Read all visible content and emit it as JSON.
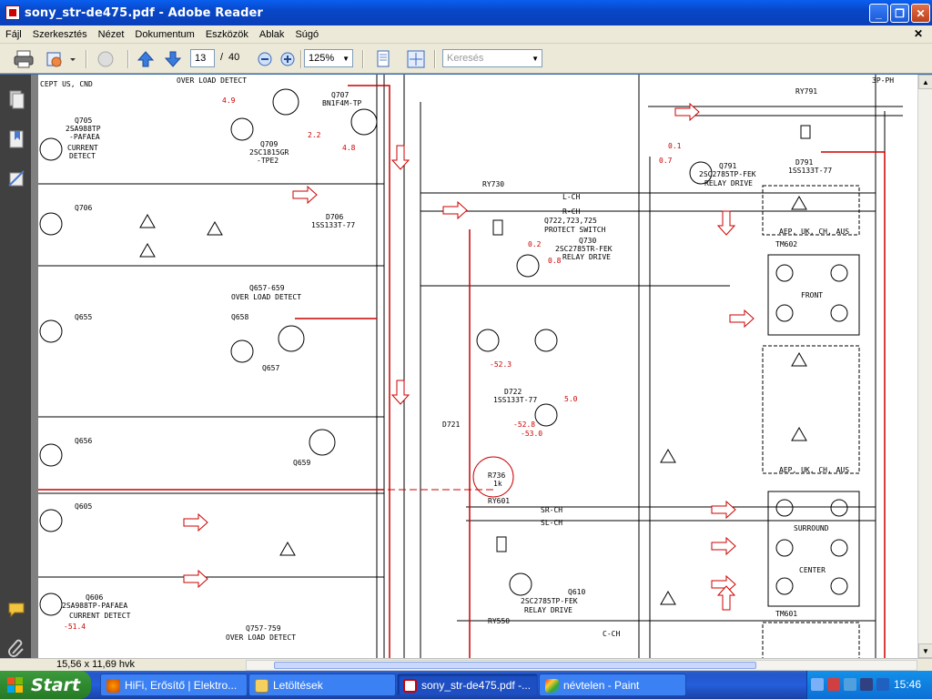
{
  "window": {
    "title": "sony_str-de475.pdf - Adobe Reader",
    "minimize": "_",
    "maximize": "❐",
    "close": "✕"
  },
  "menu": [
    "Fájl",
    "Szerkesztés",
    "Nézet",
    "Dokumentum",
    "Eszközök",
    "Ablak",
    "Súgó"
  ],
  "menu_close": "✕",
  "toolbar": {
    "page_current": "13",
    "page_sep": "/",
    "page_total": "40",
    "zoom": "125%",
    "search_placeholder": "Keresés"
  },
  "status": {
    "page_size": "15,56 x 11,69 hvk"
  },
  "schematic_labels": {
    "top_left": "CEPT US, CND",
    "overload_1": "OVER LOAD DETECT",
    "overload_2": "Q657-659",
    "overload_2b": "OVER LOAD DETECT",
    "overload_3": "Q757-759",
    "overload_3b": "OVER LOAD DETECT",
    "q705": "Q705",
    "q705_part": "2SA988TP",
    "q705_part2": "-PAFAEA",
    "current_detect": "CURRENT",
    "detect": "DETECT",
    "q706": "Q706",
    "q655": "Q655",
    "q656": "Q656",
    "q605": "Q605",
    "q606": "Q606",
    "q606_part": "2SA988TP-PAFAEA",
    "q606_cd": "CURRENT DETECT",
    "q707": "Q707",
    "q707_part": "BN1F4M-TP",
    "q709": "Q709",
    "q709_part": "2SC1815GR",
    "q709_part2": "-TPE2",
    "q658": "Q658",
    "q657": "Q657",
    "q659": "Q659",
    "d706": "D706",
    "d706_part": "1SS133T-77",
    "q722_725": "Q722,723,725",
    "protect_switch": "PROTECT SWITCH",
    "q730": "Q730",
    "q730_part": "2SC2785TR-FEK",
    "relay_drive": "RELAY DRIVE",
    "q791": "Q791",
    "q791_part": "2SC2785TP-FEK",
    "relay_drive_2": "RELAY DRIVE",
    "d791": "D791",
    "d791_part": "1SS133T-77",
    "ry730": "RY730",
    "ry791": "RY791",
    "ry601": "RY601",
    "ry550": "RY550",
    "l_ch": "L-CH",
    "r_ch": "R-CH",
    "sr_ch": "SR-CH",
    "sl_ch": "SL-CH",
    "c_ch": "C-CH",
    "tm602": "TM602",
    "tm601": "TM601",
    "front": "FRONT",
    "surround": "SURROUND",
    "center": "CENTER",
    "aep_uk": "AEP, UK, CH, AUS",
    "aep_uk2": "AEP, UK, CH, AUS",
    "q610": "Q610",
    "q610_part": "2SC2785TP-FEK",
    "relay_drive_3": "RELAY DRIVE",
    "d722": "D722",
    "d722_part": "1SS133T-77",
    "d721": "D721",
    "r736": "R736",
    "r736_val": "1k",
    "three_ph": "3P-PH",
    "v_49": "4.9",
    "v_22": "2.2",
    "v_48": "4.8",
    "v_523": "-52.3",
    "v_528": "-52.8",
    "v_530": "-53.0",
    "v_50": "5.0",
    "v_514": "-51.4",
    "v_02": "0.2",
    "v_08": "0.8",
    "v_01": "0.1",
    "v_07": "0.7"
  },
  "taskbar": {
    "start": "Start",
    "tasks": [
      {
        "label": "HiFi, Erősítő | Elektro...",
        "icon": "firefox-icon"
      },
      {
        "label": "Letöltések",
        "icon": "folder-icon"
      },
      {
        "label": "sony_str-de475.pdf -...",
        "icon": "adobe-reader-icon"
      },
      {
        "label": "névtelen - Paint",
        "icon": "paint-icon"
      }
    ],
    "clock": "15:46"
  },
  "colors": {
    "titlebar": "#0a5ff0",
    "taskbar": "#245edb",
    "start": "#2f8a2f",
    "schematic_red": "#cc0000",
    "nav_panel": "#404040"
  }
}
